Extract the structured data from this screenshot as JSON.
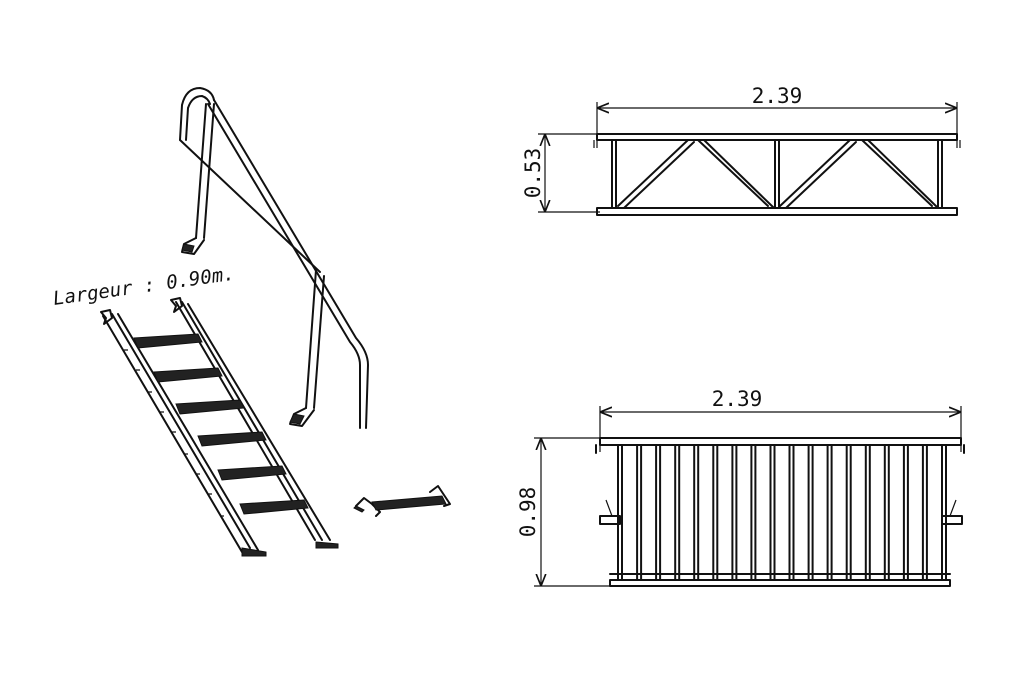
{
  "stair": {
    "width_label": "Largeur : 0.90m."
  },
  "truss_view": {
    "length": "2.39",
    "height": "0.53"
  },
  "railing_view": {
    "length": "2.39",
    "height": "0.98"
  }
}
